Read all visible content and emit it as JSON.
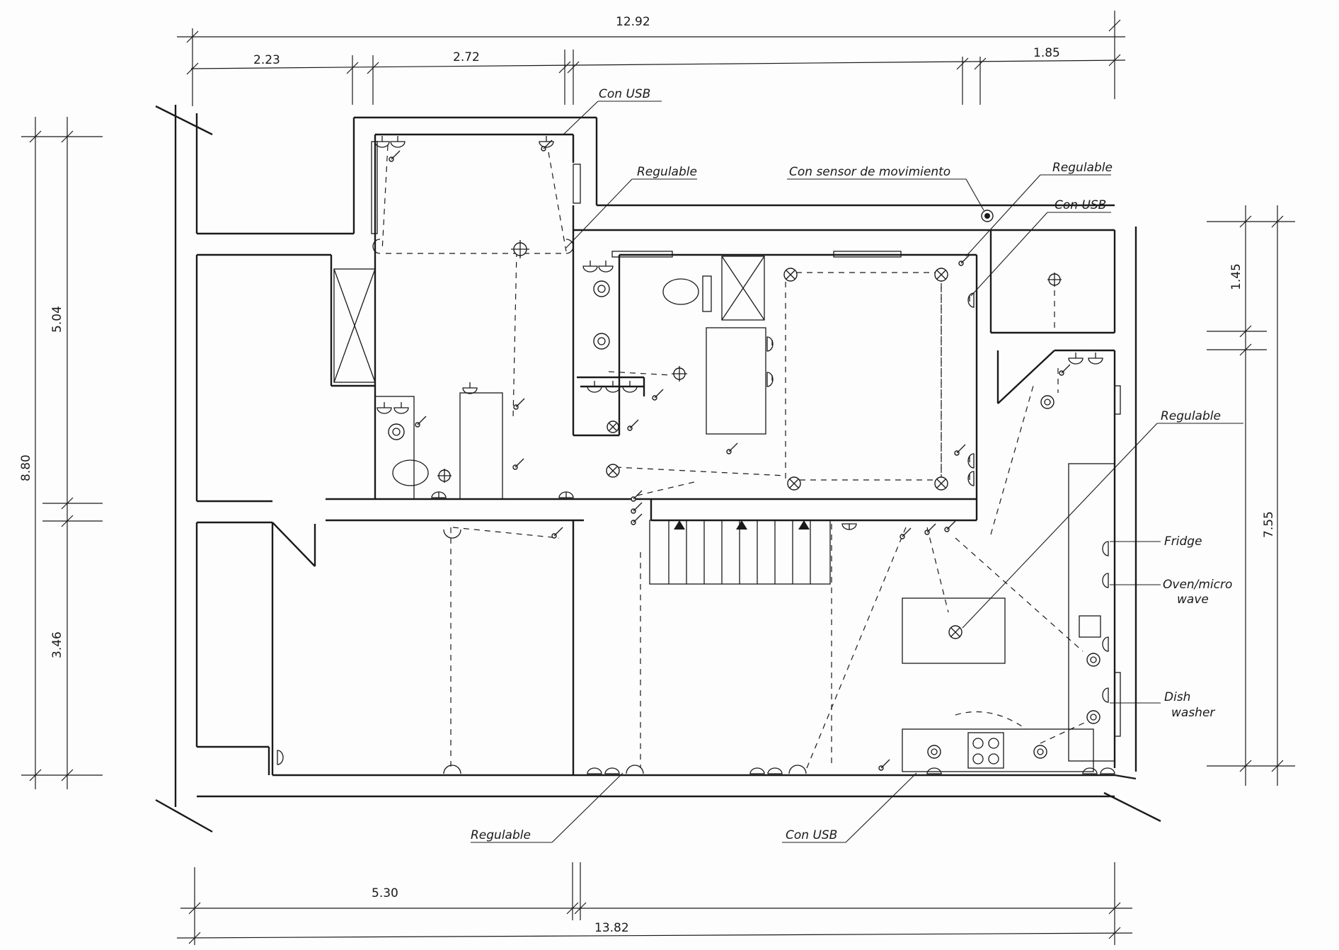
{
  "dimensions": {
    "top_total": "12.92",
    "top_seg_1": "2.23",
    "top_seg_2": "2.72",
    "top_seg_3": "1.85",
    "left_upper": "5.04",
    "left_total": "8.80",
    "left_lower": "3.46",
    "right_upper": "1.45",
    "right_total": "7.55",
    "bottom_seg": "5.30",
    "bottom_total": "13.82"
  },
  "annotations": {
    "usb_top": "Con USB",
    "dimmable_top": "Regulable",
    "motion_sensor": "Con sensor de movimiento",
    "dimmable_right_top": "Regulable",
    "usb_right_top": "Con USB",
    "dimmable_kitchen": "Regulable",
    "fridge": "Fridge",
    "oven_line1": "Oven/micro",
    "oven_line2": "wave",
    "dishwasher_line1": "Dish",
    "dishwasher_line2": "washer",
    "dimmable_bottom": "Regulable",
    "usb_bottom": "Con USB"
  }
}
